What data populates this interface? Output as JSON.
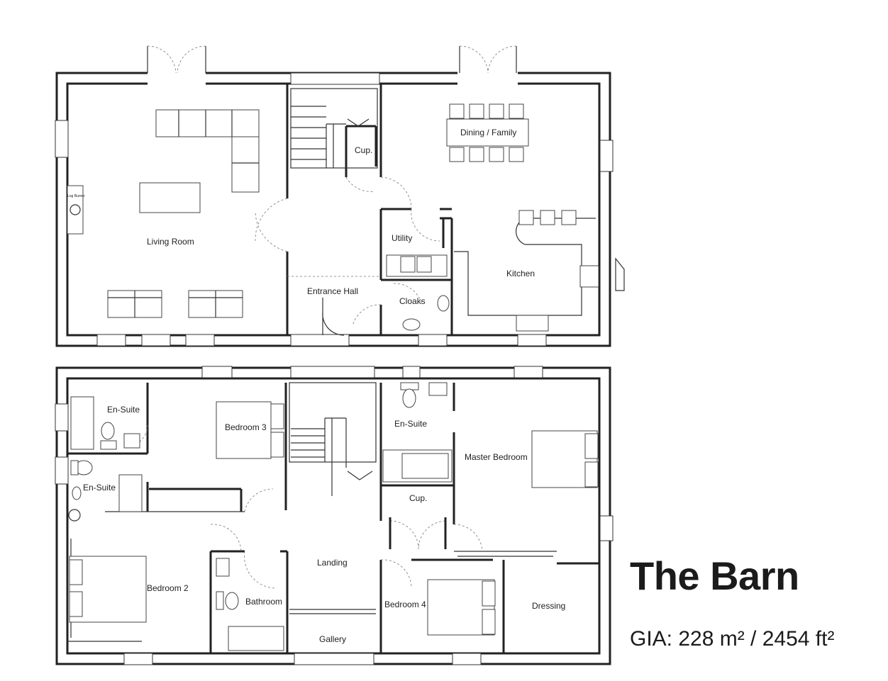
{
  "title": "The Barn",
  "area": "GIA: 228 m² / 2454 ft²",
  "ground_floor": {
    "living_room": "Living Room",
    "log_burner": "Log Burner",
    "cupboard": "Cup.",
    "dining": "Dining / Family",
    "utility": "Utility",
    "kitchen": "Kitchen",
    "entrance_hall": "Entrance Hall",
    "cloaks": "Cloaks"
  },
  "first_floor": {
    "ensuite_1": "En-Suite",
    "ensuite_2": "En-Suite",
    "bedroom_3": "Bedroom 3",
    "ensuite_master": "En-Suite",
    "master_bedroom": "Master Bedroom",
    "cupboard": "Cup.",
    "bedroom_2": "Bedroom 2",
    "bathroom": "Bathroom",
    "landing": "Landing",
    "bedroom_4": "Bedroom 4",
    "dressing": "Dressing",
    "gallery": "Gallery"
  }
}
